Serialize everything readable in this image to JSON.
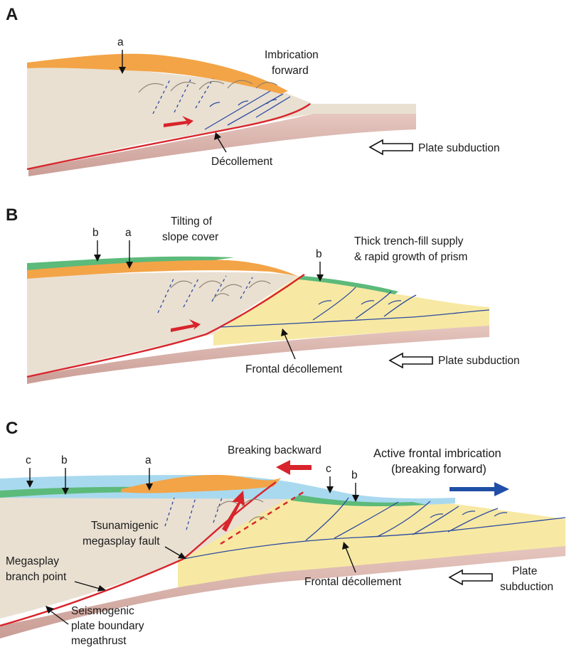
{
  "panels": [
    {
      "id": "A",
      "labels": {
        "a": "a",
        "imbrication": [
          "Imbrication",
          "forward"
        ],
        "decollement": "Décollement",
        "plate_subduction": "Plate subduction"
      }
    },
    {
      "id": "B",
      "labels": {
        "b": "b",
        "a": "a",
        "tilting": [
          "Tilting of",
          "slope cover"
        ],
        "b2": "b",
        "trench": [
          "Thick trench-fill supply",
          "& rapid growth of prism"
        ],
        "frontal_decollement": "Frontal décollement",
        "plate_subduction": "Plate subduction"
      }
    },
    {
      "id": "C",
      "labels": {
        "c": "c",
        "b": "b",
        "a": "a",
        "breaking_backward": "Breaking backward",
        "c2": "c",
        "b2": "b",
        "active": [
          "Active frontal imbrication",
          "(breaking forward)"
        ],
        "tsunamigenic": [
          "Tsunamigenic",
          "megasplay fault"
        ],
        "megasplay_branch": [
          "Megasplay",
          "branch point"
        ],
        "seismogenic": [
          "Seismogenic",
          "plate boundary",
          "megathrust"
        ],
        "frontal_decollement": "Frontal décollement",
        "plate_subduction": [
          "Plate",
          "subduction"
        ]
      }
    }
  ],
  "colors": {
    "wedge": "#e9e0d2",
    "slope_cover_a": "#f3a447",
    "slope_cover_b": "#5cba7a",
    "slope_cover_c": "#a9d9ef",
    "trench_fill": "#f7e9a3",
    "oceanic_plate": "#d9b3ac",
    "fault_red": "#d8242b",
    "thrust_blue": "#2c4aa0",
    "arrow_blue": "#1f4fa6"
  }
}
